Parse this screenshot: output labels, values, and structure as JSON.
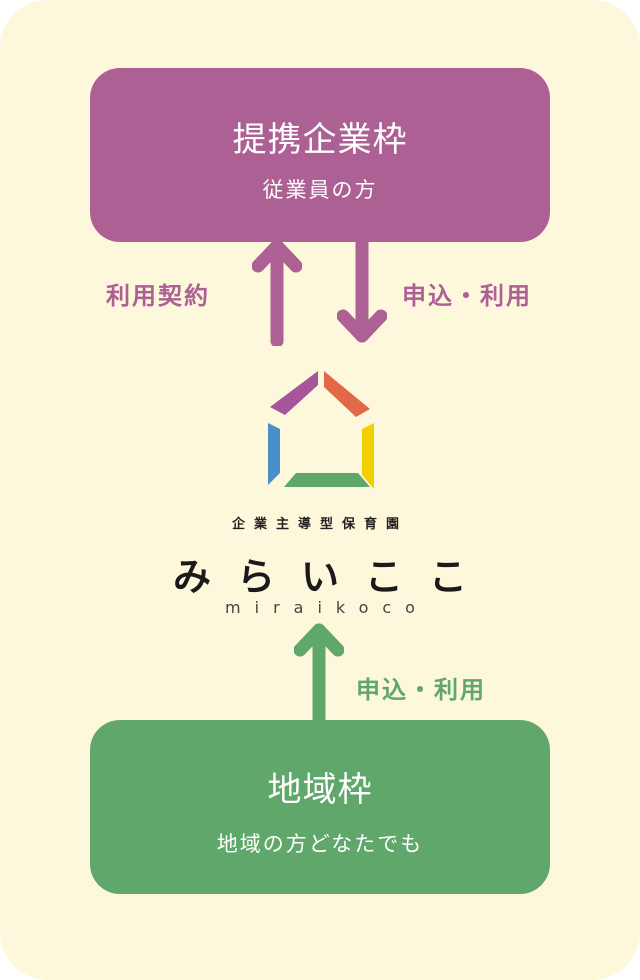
{
  "colors": {
    "background": "#fdf8db",
    "company": "#ad6094",
    "region": "#5fa76b",
    "logo": [
      "#a8549b",
      "#e2684a",
      "#f2d000",
      "#5fa76b",
      "#4a90c8"
    ]
  },
  "company_box": {
    "title": "提携企業枠",
    "subtitle": "従業員の方"
  },
  "arrows_top": {
    "left_label": "利用契約",
    "right_label": "申込・利用"
  },
  "brand": {
    "subtitle": "企業主導型保育園",
    "name": "みらいここ",
    "romaji": "miraikoco"
  },
  "arrow_bottom": {
    "label": "申込・利用"
  },
  "region_box": {
    "title": "地域枠",
    "subtitle": "地域の方どなたでも"
  }
}
